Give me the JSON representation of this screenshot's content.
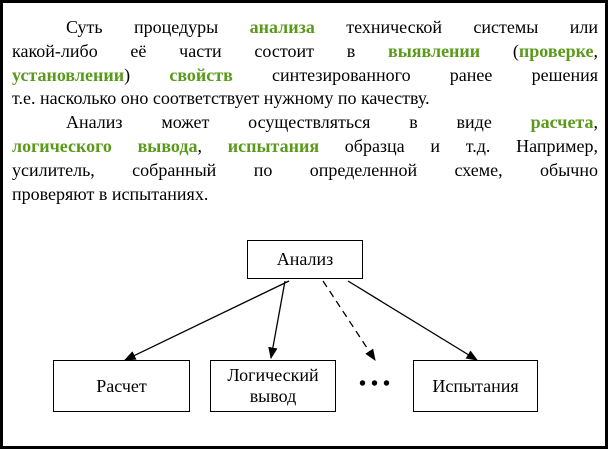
{
  "paragraphs": [
    {
      "lines": [
        [
          {
            "t": "Суть процедуры "
          },
          {
            "t": "анализа",
            "hl": true
          },
          {
            "t": " технической системы или"
          }
        ],
        [
          {
            "t": "какой-либо её части состоит в "
          },
          {
            "t": "выявлении",
            "hl": true
          },
          {
            "t": " ("
          },
          {
            "t": "проверке",
            "hl": true
          },
          {
            "t": ","
          }
        ],
        [
          {
            "t": "установлении",
            "hl": true
          },
          {
            "t": ") "
          },
          {
            "t": "свойств",
            "hl": true
          },
          {
            "t": " синтезированного ранее решения"
          }
        ],
        [
          {
            "t": "т.е. насколько оно соответствует нужному по качеству."
          }
        ]
      ]
    },
    {
      "lines": [
        [
          {
            "t": "Анализ может осуществляться в виде "
          },
          {
            "t": "расчета",
            "hl": true
          },
          {
            "t": ","
          }
        ],
        [
          {
            "t": "логического вывода",
            "hl": true
          },
          {
            "t": ", "
          },
          {
            "t": "испытания",
            "hl": true
          },
          {
            "t": " образца и т.д. Например,"
          }
        ],
        [
          {
            "t": "усилитель, собранный по определенной схеме, обычно"
          }
        ],
        [
          {
            "t": "проверяют в испытаниях."
          }
        ]
      ]
    }
  ],
  "diagram": {
    "root": "Анализ",
    "children": [
      "Расчет",
      "Логический вывод",
      "Испытания"
    ],
    "ellipsis": "• • •"
  },
  "colors": {
    "highlight": "#5a9a1a"
  }
}
